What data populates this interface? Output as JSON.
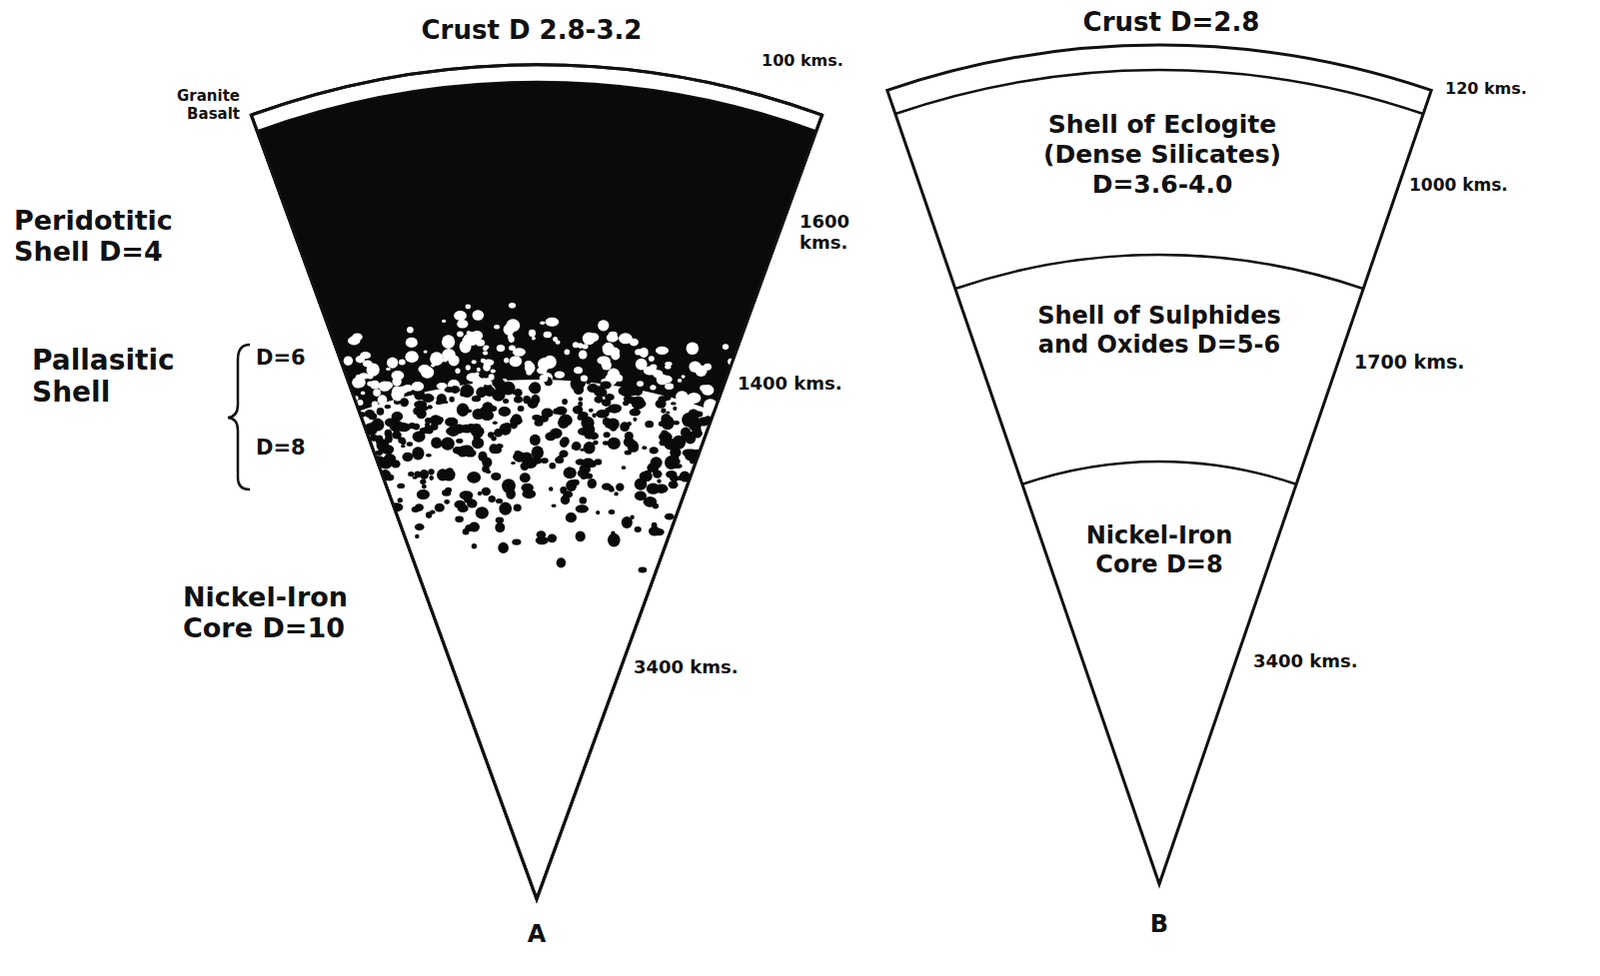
{
  "diagram": {
    "nodes": [
      {
        "text": [
          "Shell of Eclogite (Dense Silicates) D=3.6-4.0"
        ]
      },
      {
        "text": [
          "Shell of Sulphides and Oxides D=5-6"
        ]
      },
      {
        "text": [
          "Nickel-Iron Core D=8"
        ]
      }
    ],
    "labels": [
      "Crust D 2.8-3.2",
      "Granite",
      "Basalt",
      "100 kms.",
      "Peridotitic Shell D=4",
      "1600 kms.",
      "Pallasitic Shell",
      "D=6",
      "D=8",
      "1400 kms.",
      "Nickel-Iron Core D=10",
      "3400 kms.",
      "A",
      "Crust D=2.8",
      "120 kms.",
      "1000 kms.",
      "1700 kms.",
      "3400 kms.",
      "B"
    ]
  }
}
